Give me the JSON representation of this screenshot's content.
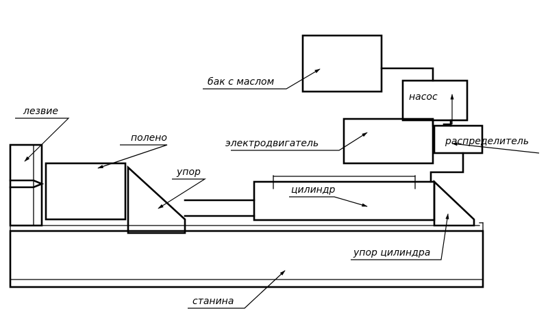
{
  "labels": {
    "blade": "лезвие",
    "log": "полено",
    "stop": "упор",
    "oil_tank": "бак с маслом",
    "pump": "насос",
    "motor": "электродвигатель",
    "distributor": "распределитель",
    "cylinder": "цилиндр",
    "cylinder_stop": "упор цилиндра",
    "frame": "станина"
  },
  "colors": {
    "ink": "#000000",
    "paper": "#ffffff"
  }
}
